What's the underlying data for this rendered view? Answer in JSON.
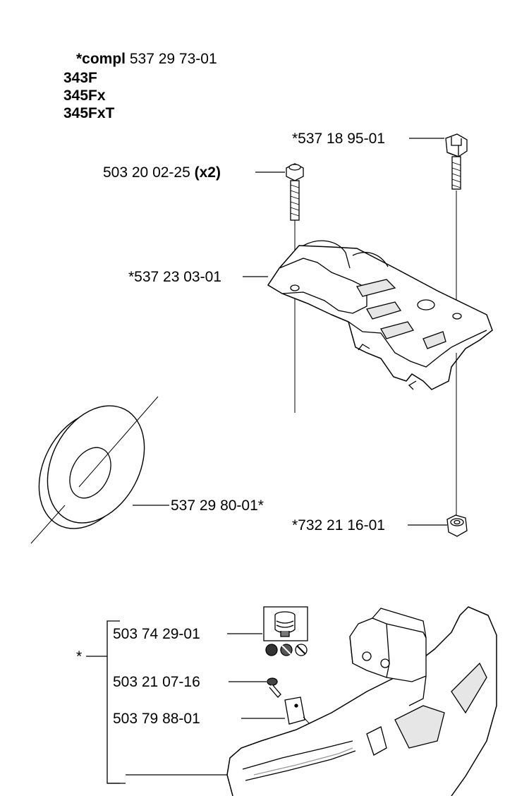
{
  "header": {
    "compl_prefix": "*compl",
    "compl_number": "537 29 73-01",
    "models": [
      "343F",
      "345Fx",
      "345FxT"
    ]
  },
  "callouts": {
    "set_screw": "*537 18 95-01",
    "bolt": "503 20 02-25",
    "bolt_qty": "(x2)",
    "guard_plate": "*537 23 03-01",
    "washer": "537 29 80-01*",
    "nut": "*732 21 16-01",
    "trimmer_head": "503 74 29-01",
    "screw": "503 21 07-16",
    "line_knife": "503 79 88-01",
    "kit_marker": "*"
  },
  "colors": {
    "ink": "#000000",
    "paper": "#ffffff",
    "shade": "#d9d9d9"
  },
  "icons": [
    "trimmer-head-icon",
    "head-type-symbols-icon"
  ]
}
